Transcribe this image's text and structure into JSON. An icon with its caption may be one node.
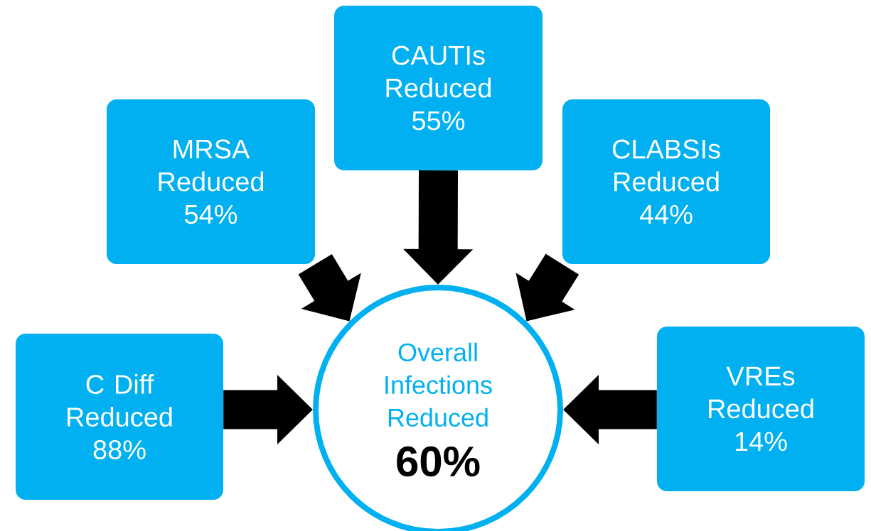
{
  "diagram": {
    "nodes": [
      {
        "text": [
          "CAUTIs Reduced 55%"
        ]
      },
      {
        "text": [
          "MRSA Reduced 54%"
        ]
      },
      {
        "text": [
          "CLABSIs Reduced 44%"
        ]
      },
      {
        "text": [
          "C Diff Reduced 88%"
        ]
      },
      {
        "text": [
          "Overall Infections Reduced",
          "60%"
        ]
      },
      {
        "text": [
          "VREs Reduced 14%"
        ]
      }
    ],
    "edges": [
      {
        "from": 0,
        "to": 4,
        "arrow": "to"
      },
      {
        "from": 1,
        "to": 4,
        "arrow": "to"
      },
      {
        "from": 2,
        "to": 4,
        "arrow": "to"
      },
      {
        "from": 3,
        "to": 4,
        "arrow": "to"
      },
      {
        "from": 5,
        "to": 4,
        "arrow": "to"
      }
    ]
  }
}
